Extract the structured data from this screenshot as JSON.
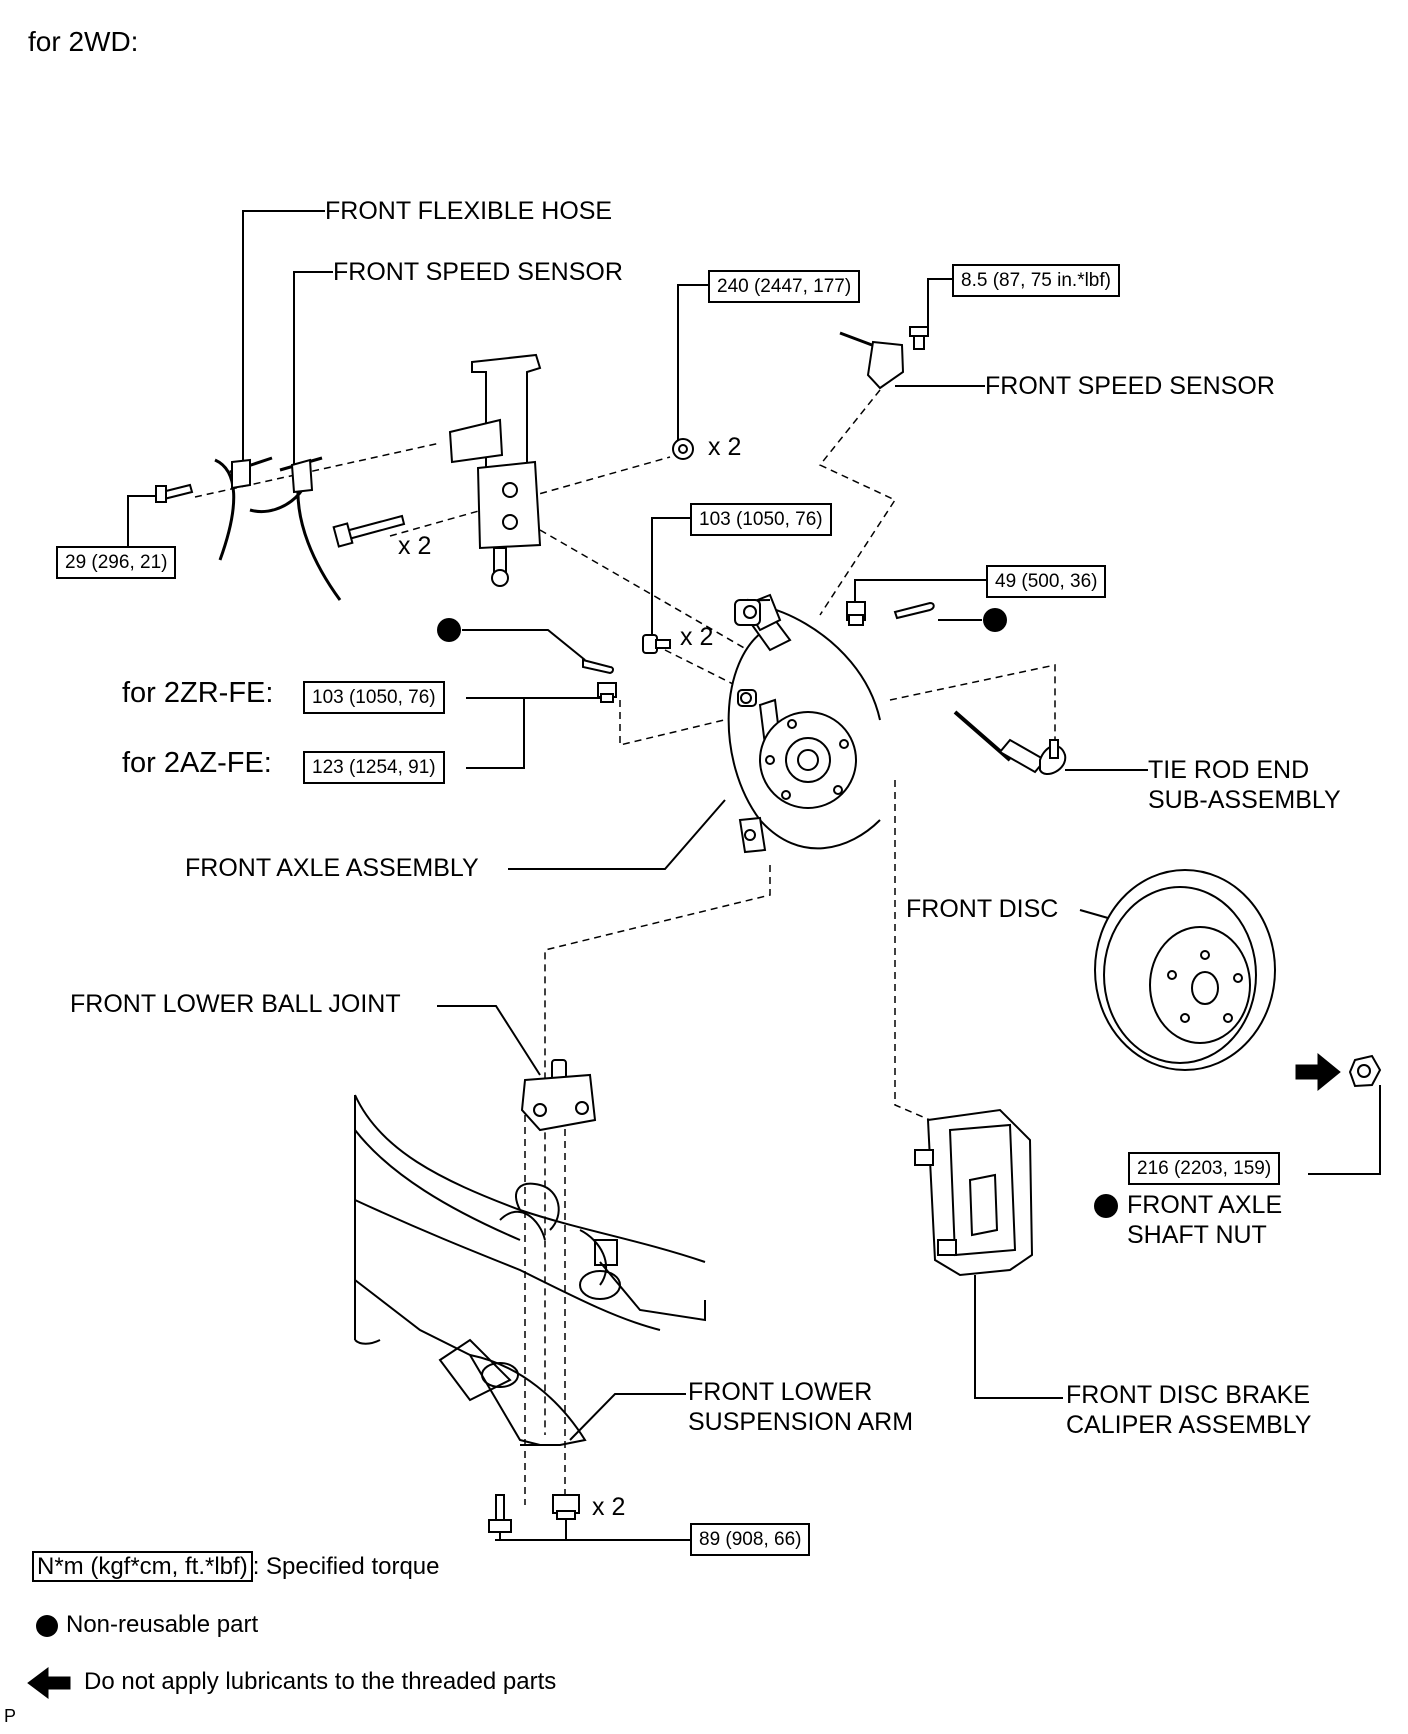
{
  "header": {
    "title": "for 2WD:"
  },
  "labels": {
    "front_flexible_hose": "FRONT FLEXIBLE HOSE",
    "front_speed_sensor_left": "FRONT SPEED SENSOR",
    "front_speed_sensor_right": "FRONT SPEED SENSOR",
    "tie_rod_end_line1": "TIE ROD END",
    "tie_rod_end_line2": "SUB-ASSEMBLY",
    "front_axle_assembly": "FRONT AXLE ASSEMBLY",
    "front_disc": "FRONT DISC",
    "front_lower_ball_joint": "FRONT LOWER BALL JOINT",
    "front_axle_shaft_nut_line1": "FRONT AXLE",
    "front_axle_shaft_nut_line2": "SHAFT NUT",
    "front_lower_suspension_arm_line1": "FRONT LOWER",
    "front_lower_suspension_arm_line2": "SUSPENSION ARM",
    "front_disc_brake_caliper_line1": "FRONT DISC BRAKE",
    "front_disc_brake_caliper_line2": "CALIPER ASSEMBLY"
  },
  "engine_labels": {
    "e2zr": "for 2ZR-FE:",
    "e2az": "for 2AZ-FE:"
  },
  "torques": {
    "t240": "240 (2447, 177)",
    "t85": "8.5 (87, 75 in.*lbf)",
    "t29": "29 (296, 21)",
    "t103_bolt": "103 (1050, 76)",
    "t49": "49 (500, 36)",
    "t103_2zr": "103 (1050, 76)",
    "t123_2az": "123 (1254, 91)",
    "t216": "216 (2203, 159)",
    "t89": "89 (908, 66)"
  },
  "multipliers": {
    "nut_strut": "x 2",
    "bolt_strut": "x 2",
    "bolt_axle": "x 2",
    "nut_arm": "x 2"
  },
  "legend": {
    "torque_box": "N*m (kgf*cm, ft.*lbf)",
    "torque_text": ": Specified torque",
    "nonreusable_text": "Non-reusable part",
    "lubricant_text": "Do not apply lubricants to the threaded parts"
  },
  "footer": {
    "page_mark": "P"
  },
  "colors": {
    "ink": "#000000",
    "paper": "#ffffff"
  }
}
